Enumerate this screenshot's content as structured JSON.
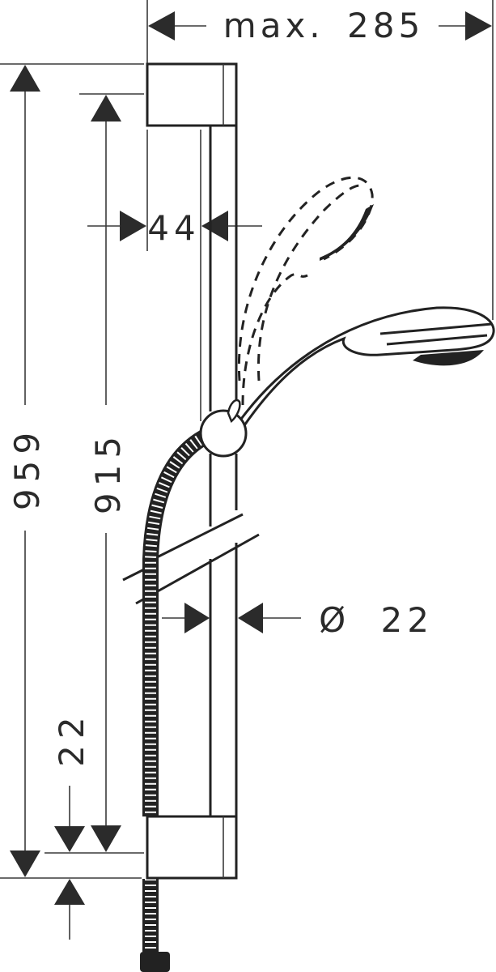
{
  "diagram": {
    "type": "technical-dimension-drawing",
    "subject": "shower rail set with hand shower and hose",
    "units": "mm",
    "colors": {
      "line": "#222222",
      "background": "#ffffff"
    },
    "dimensions": {
      "max_reach": {
        "prefix": "max.",
        "value": "285"
      },
      "overall_height": {
        "value": "959"
      },
      "bracket_spacing": {
        "value": "915"
      },
      "bracket_offset": {
        "value": "44"
      },
      "rail_diameter": {
        "symbol": "Ø",
        "value": "22"
      },
      "bracket_height": {
        "value": "22"
      }
    },
    "components": [
      "top-wall-bracket",
      "slide-rail",
      "slider-holder",
      "hand-shower",
      "hand-shower-alternate-position",
      "shower-hose",
      "bottom-wall-bracket",
      "hose-nut"
    ]
  }
}
